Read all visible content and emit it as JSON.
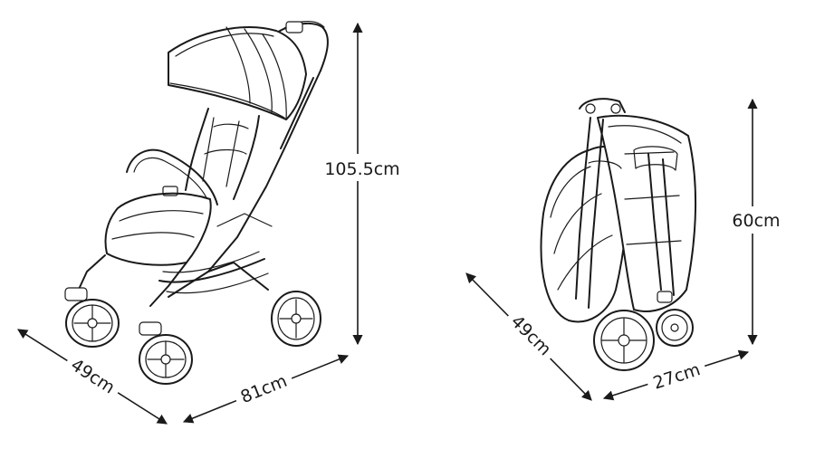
{
  "dimensions": {
    "unfolded": {
      "depth": "49cm",
      "width": "81cm",
      "height": "105.5cm"
    },
    "folded": {
      "depth": "49cm",
      "width": "27cm",
      "height": "60cm"
    }
  },
  "colors": {
    "line": "#1a1a1a",
    "background": "#ffffff"
  }
}
